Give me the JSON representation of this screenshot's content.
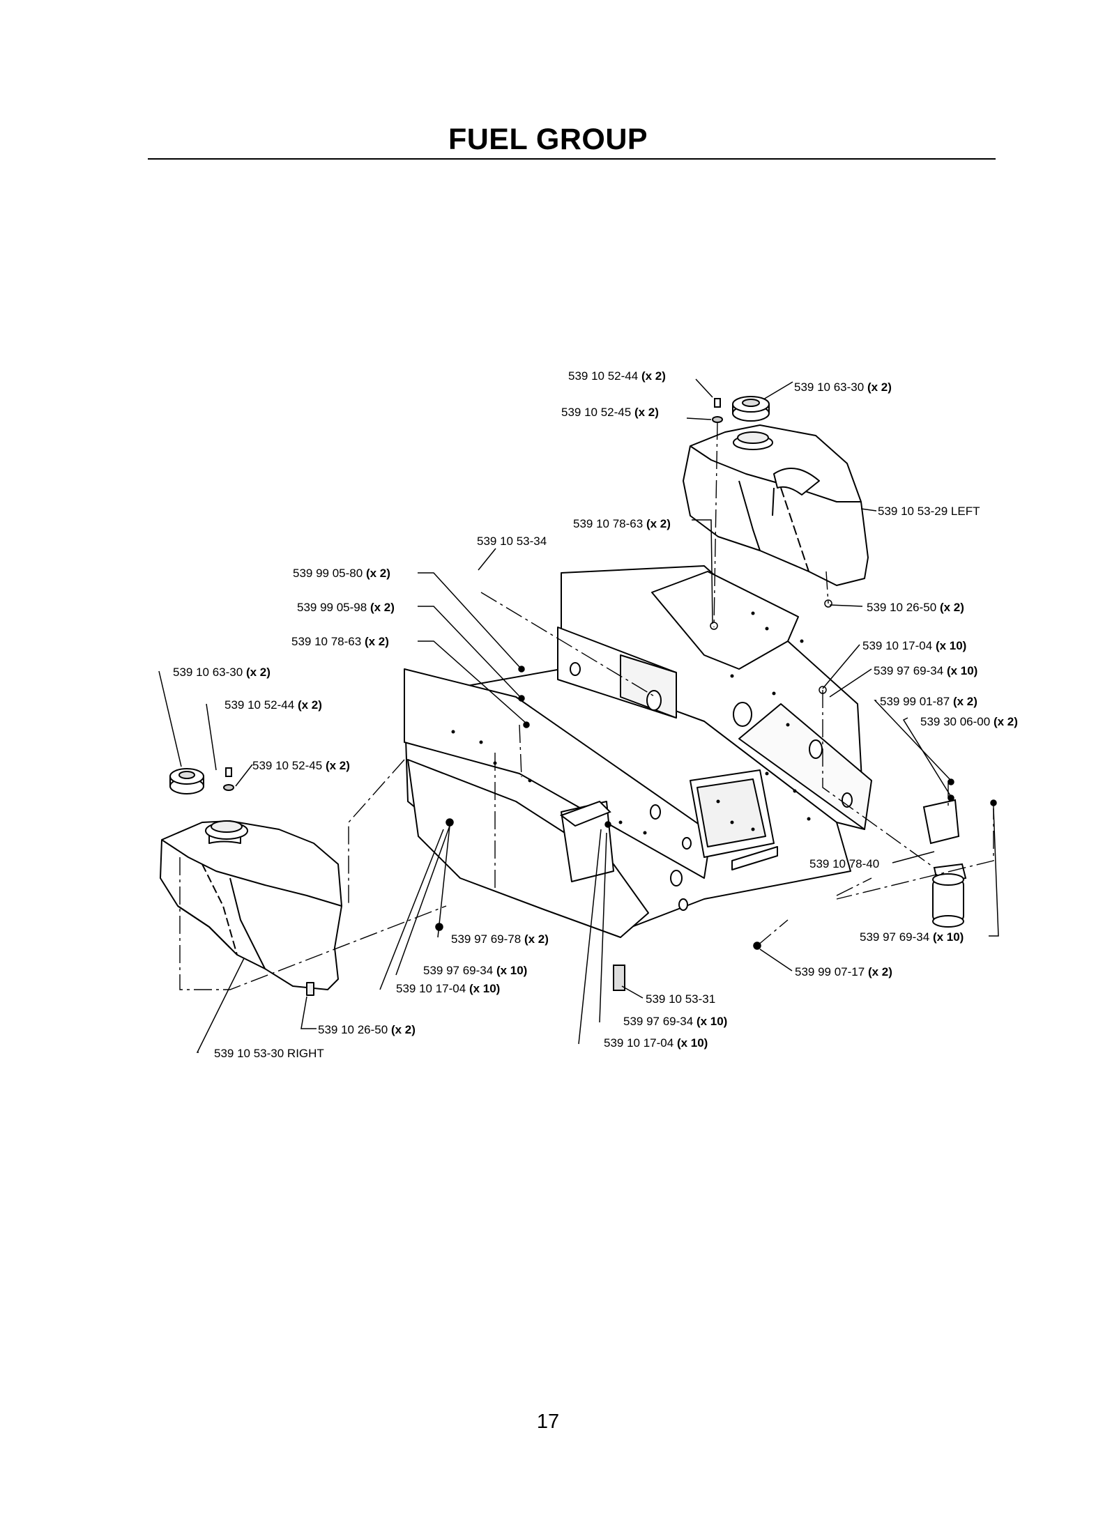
{
  "page": {
    "title": "FUEL GROUP",
    "page_number": "17"
  },
  "labels": [
    {
      "id": "cap-rh-screw",
      "part": "539 10 52-44",
      "qty": "(x 2)"
    },
    {
      "id": "cap-rh-washer",
      "part": "539 10 52-45",
      "qty": "(x 2)"
    },
    {
      "id": "cap-rh",
      "part": "539 10 63-30",
      "qty": "(x 2)"
    },
    {
      "id": "tank-left",
      "part": "539 10 53-29 LEFT",
      "qty": ""
    },
    {
      "id": "bracket-top",
      "part": "539 10 78-63",
      "qty": "(x 2)"
    },
    {
      "id": "plate",
      "part": "539 10 53-34",
      "qty": ""
    },
    {
      "id": "bolt-a",
      "part": "539 99 05-80",
      "qty": "(x 2)"
    },
    {
      "id": "bolt-b",
      "part": "539 99 05-98",
      "qty": "(x 2)"
    },
    {
      "id": "bracket-mid",
      "part": "539 10 78-63",
      "qty": "(x 2)"
    },
    {
      "id": "fitting-rt",
      "part": "539 10 26-50",
      "qty": "(x 2)"
    },
    {
      "id": "clamp-rt",
      "part": "539 10 17-04",
      "qty": "(x 10)"
    },
    {
      "id": "nut-rt",
      "part": "539 97 69-34",
      "qty": "(x 10)"
    },
    {
      "id": "bolt-c",
      "part": "539 99 01-87",
      "qty": "(x 2)"
    },
    {
      "id": "washer-c",
      "part": "539 30 06-00",
      "qty": "(x 2)"
    },
    {
      "id": "cap-lh",
      "part": "539 10 63-30",
      "qty": "(x 2)"
    },
    {
      "id": "cap-lh-screw",
      "part": "539 10 52-44",
      "qty": "(x 2)"
    },
    {
      "id": "cap-lh-washer",
      "part": "539 10 52-45",
      "qty": "(x 2)"
    },
    {
      "id": "filter-bracket",
      "part": "539 10 78-40",
      "qty": ""
    },
    {
      "id": "nut-b",
      "part": "539 97 69-78",
      "qty": "(x 2)"
    },
    {
      "id": "nut-br",
      "part": "539 97 69-34",
      "qty": "(x 10)"
    },
    {
      "id": "nut-l",
      "part": "539 97 69-34",
      "qty": "(x 10)"
    },
    {
      "id": "clamp-l",
      "part": "539 10 17-04",
      "qty": "(x 10)"
    },
    {
      "id": "filter",
      "part": "539 10 53-31",
      "qty": ""
    },
    {
      "id": "nut-c",
      "part": "539 97 69-34",
      "qty": "(x 10)"
    },
    {
      "id": "clamp-c",
      "part": "539 10 17-04",
      "qty": "(x 10)"
    },
    {
      "id": "screw-bottom",
      "part": "539 99 07-17",
      "qty": "(x 2)"
    },
    {
      "id": "fitting-lt",
      "part": "539 10 26-50",
      "qty": "(x 2)"
    },
    {
      "id": "tank-right",
      "part": "539 10 53-30 RIGHT",
      "qty": ""
    }
  ]
}
